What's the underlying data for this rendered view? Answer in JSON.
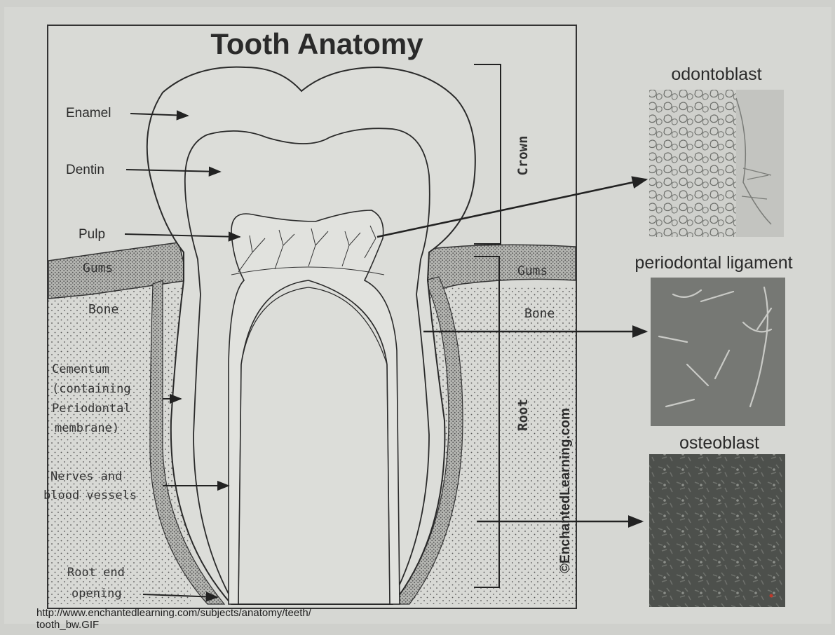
{
  "title": "Tooth Anatomy",
  "labels": {
    "enamel": "Enamel",
    "dentin": "Dentin",
    "pulp": "Pulp",
    "gums_left": "Gums",
    "gums_right": "Gums",
    "bone_left": "Bone",
    "bone_right": "Bone",
    "cementum": [
      "Cementum",
      "(containing",
      "Periodontal",
      "membrane)"
    ],
    "nerves": [
      "Nerves and",
      "blood vessels"
    ],
    "root_end": [
      "Root end",
      "opening"
    ],
    "crown": "Crown",
    "root": "Root",
    "watermark": "©EnchantedLearning.com"
  },
  "micrographs": {
    "odontoblast": "odontoblast",
    "periodontal": "periodontal ligament",
    "osteoblast": "osteoblast"
  },
  "source": {
    "line1": "http://www.enchantedlearning.com/subjects/anatomy/teeth/",
    "line2": "tooth_bw.GIF"
  },
  "colors": {
    "paper": "#d6d7d3",
    "line": "#2a2a2a",
    "gum": "#a7a8a4",
    "micro_light": "#c9cac6",
    "micro_mid": "#8a8c88",
    "micro_dark": "#4a4c48"
  }
}
